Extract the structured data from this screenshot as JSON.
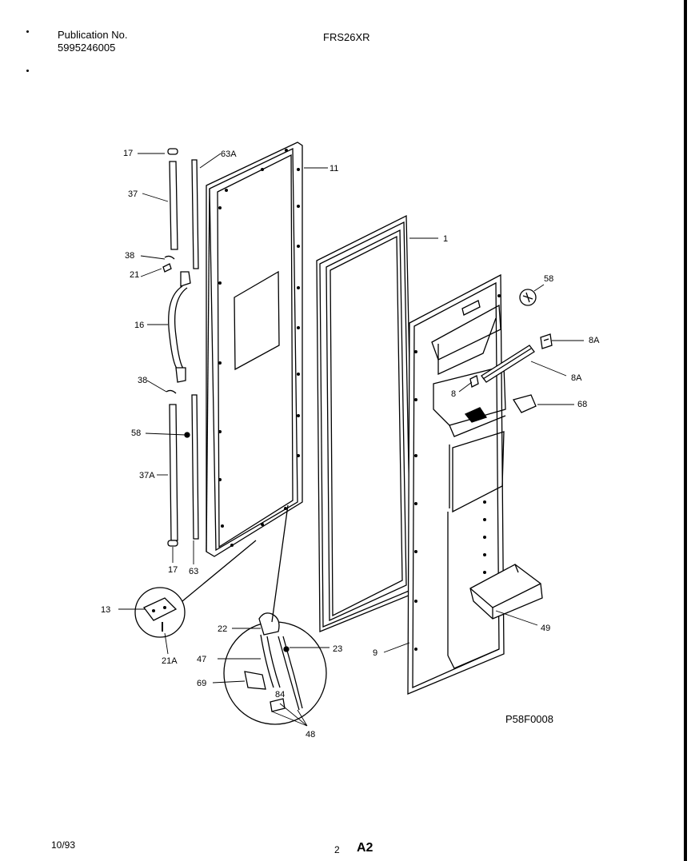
{
  "header": {
    "publication_label": "Publication No.",
    "publication_number": "5995246005",
    "model": "FRS26XR"
  },
  "diagram": {
    "code": "P58F0008",
    "part_labels": {
      "p17_top": "17",
      "p63A": "63A",
      "p11": "11",
      "p37": "37",
      "p1": "1",
      "p38_top": "38",
      "p21": "21",
      "p58_right": "58",
      "p16": "16",
      "p8A_top": "8A",
      "p8A_mid": "8A",
      "p8": "8",
      "p68": "68",
      "p38_mid": "38",
      "p58_left": "58",
      "p37A": "37A",
      "p17_bottom": "17",
      "p63": "63",
      "p49": "49",
      "p13": "13",
      "p22": "22",
      "p23": "23",
      "p9": "9",
      "p47": "47",
      "p21A": "21A",
      "p69": "69",
      "p84": "84",
      "p48": "48"
    }
  },
  "footer": {
    "date": "10/93",
    "page": "2",
    "section": "A2"
  }
}
